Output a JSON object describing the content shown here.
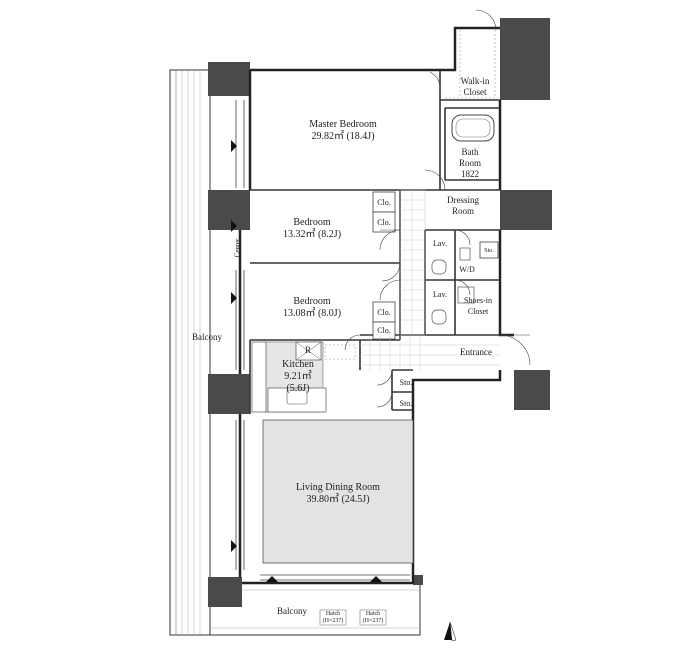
{
  "rooms": {
    "walk_in_closet": {
      "line1": "Walk-in",
      "line2": "Closet"
    },
    "master_bedroom": {
      "name": "Master Bedroom",
      "area": "29.82㎡ (18.4J)"
    },
    "bath_room": {
      "line1": "Bath",
      "line2": "Room",
      "line3": "1822"
    },
    "dressing_room": {
      "line1": "Dressing",
      "line2": "Room"
    },
    "bedroom1": {
      "name": "Bedroom",
      "area": "13.32㎡ (8.2J)"
    },
    "bedroom2": {
      "name": "Bedroom",
      "area": "13.08㎡ (8.0J)"
    },
    "kitchen": {
      "name": "Kitchen",
      "area1": "9.21㎡",
      "area2": "(5.6J)",
      "fridge": "R"
    },
    "living_dining": {
      "name": "Living Dining Room",
      "area": "39.80㎡ (24.5J)"
    },
    "entrance": {
      "name": "Entrance"
    },
    "shoes_in_closet": {
      "line1": "Shoes-in",
      "line2": "Closet"
    }
  },
  "fixtures": {
    "clo1": "Clo.",
    "clo2": "Clo.",
    "clo3": "Clo.",
    "clo4": "Clo.",
    "lav1": "Lav.",
    "lav2": "Lav.",
    "wd": "W/D",
    "sto_small": "Sto.",
    "sto1": "Sto.",
    "sto2": "Sto."
  },
  "labels": {
    "balcony_side": "Balcony",
    "balcony_bottom": "Balcony",
    "center": "Center",
    "hatch1_line1": "Hatch",
    "hatch1_line2": "(H=237)",
    "hatch2_line1": "Hatch",
    "hatch2_line2": "(H=237)"
  }
}
